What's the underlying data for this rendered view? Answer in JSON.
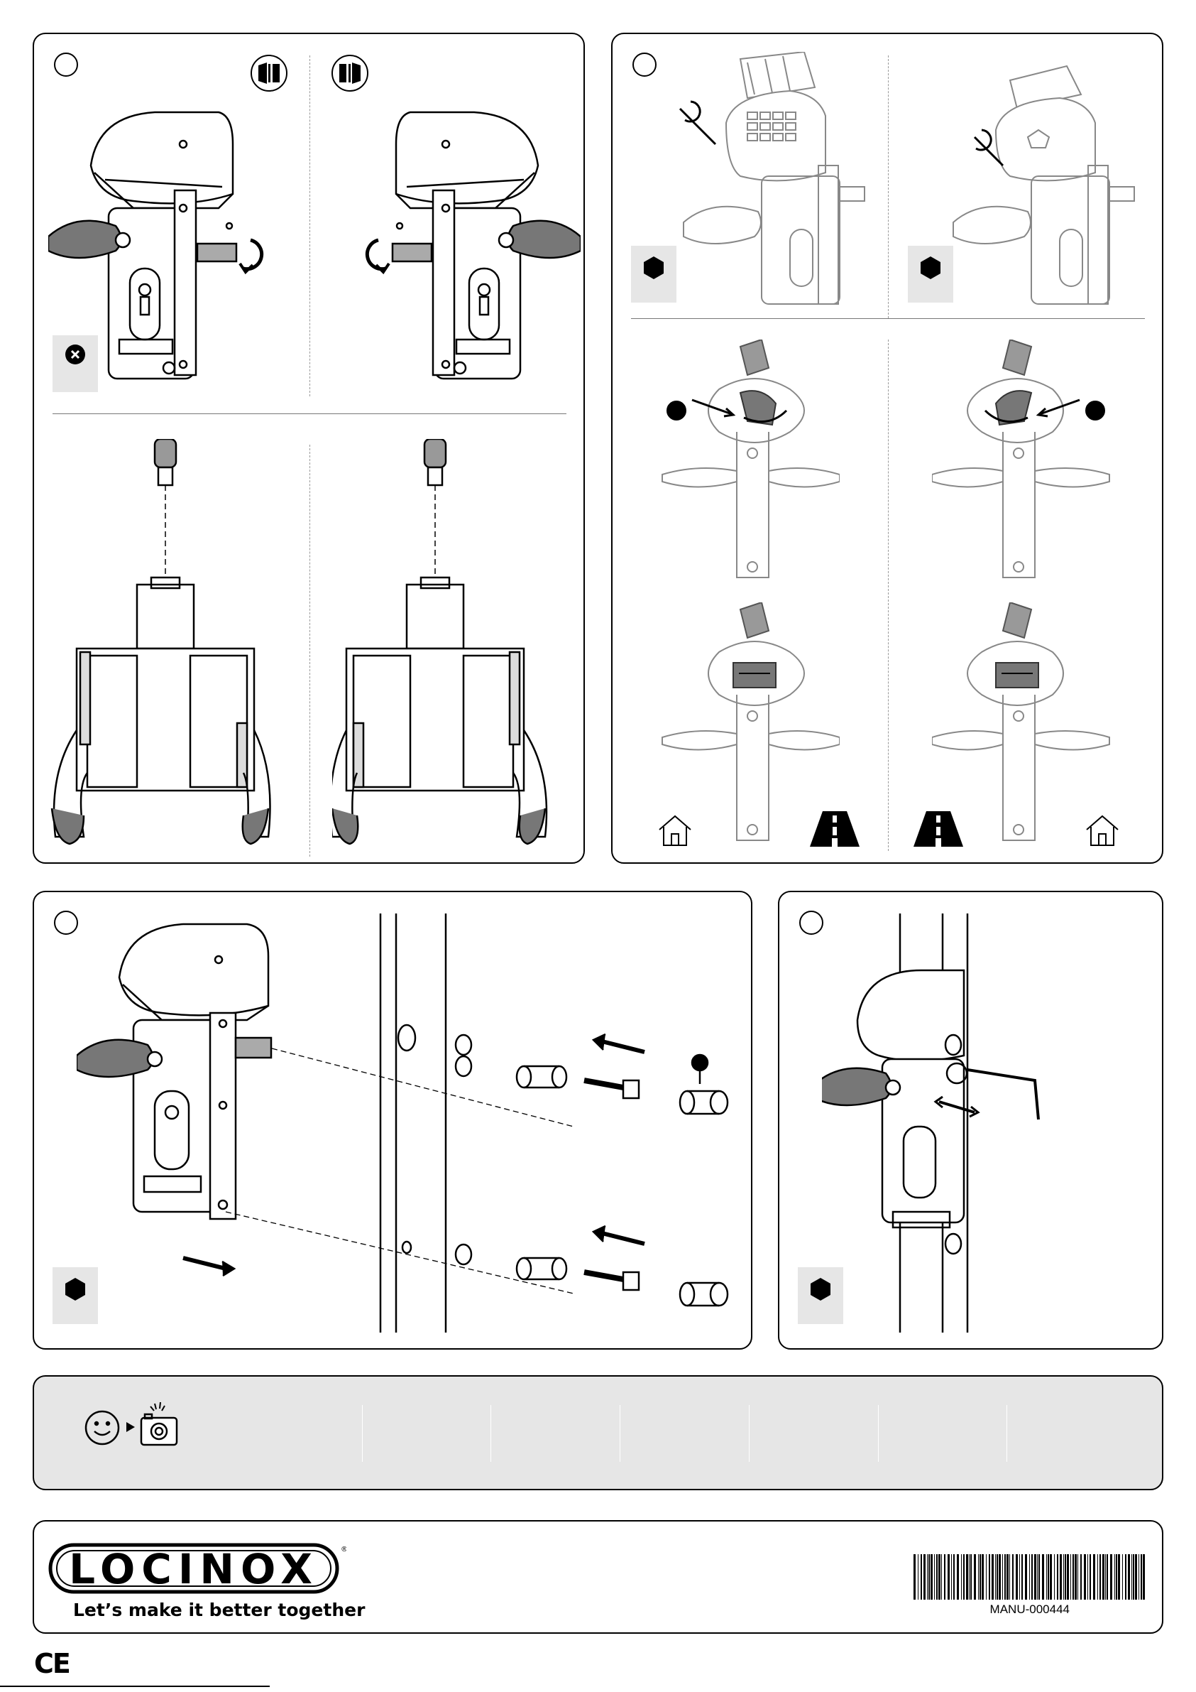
{
  "tips": {
    "icons": [
      "smiley-icon",
      "play-arrow-icon",
      "camera-icon"
    ]
  },
  "footer": {
    "brand": "LOCINOX",
    "registered": "®",
    "slogan": "Let’s make it better together",
    "document_code": "MANU-000444",
    "ce_mark": "CE"
  },
  "icons": {
    "hexagon_color": "#000000",
    "grey_background": "#e6e6e6"
  }
}
